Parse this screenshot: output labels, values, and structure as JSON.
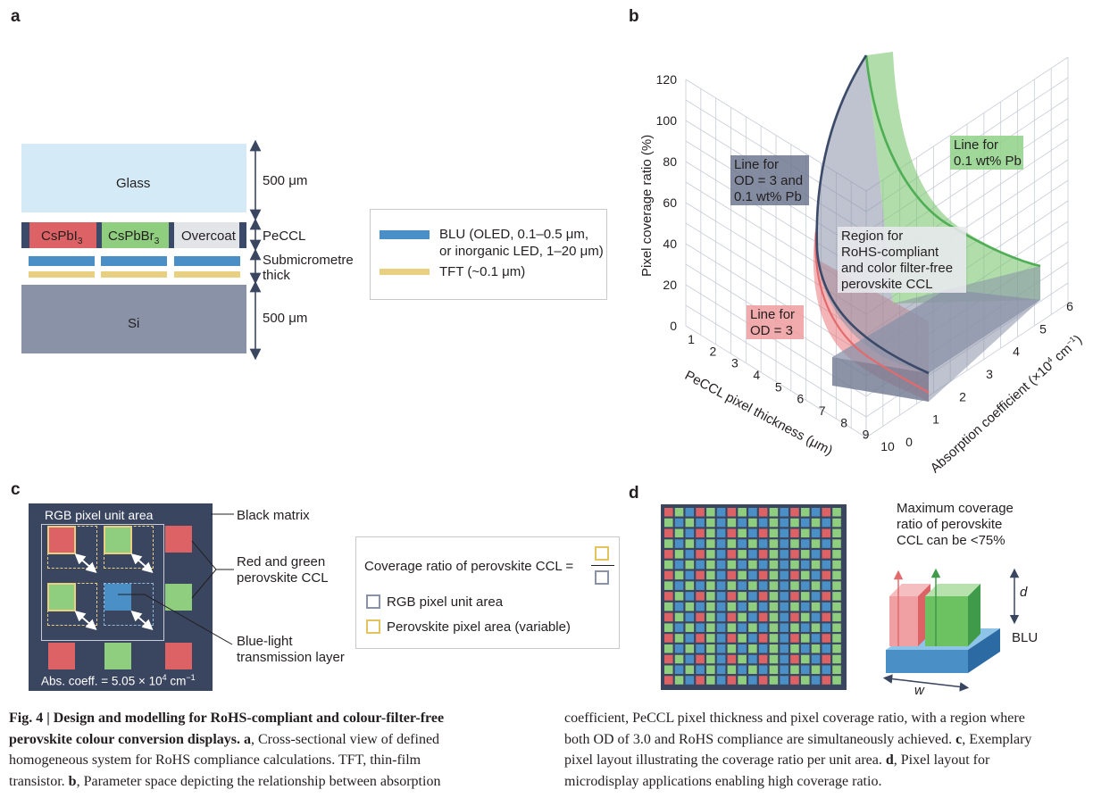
{
  "panels": {
    "a": "a",
    "b": "b",
    "c": "c",
    "d": "d"
  },
  "panel_a": {
    "glass": "Glass",
    "glass_dim": "500 μm",
    "cspbi3": "CsPbI",
    "cspbi3_sub": "3",
    "cspbbr3": "CsPbBr",
    "cspbbr3_sub": "3",
    "overcoat": "Overcoat",
    "peccl": "PeCCL",
    "sub1": "Submicrometre",
    "sub2": "thick",
    "si": "Si",
    "si_dim": "500 μm",
    "legend_blu_1": "BLU (OLED, 0.1–0.5 μm,",
    "legend_blu_2": "or inorganic LED, 1–20 μm)",
    "legend_tft": "TFT (~0.1 μm)",
    "colors": {
      "glass": "#d4ebf7",
      "red": "#dc6265",
      "green": "#8fcd7f",
      "overcoat": "#e3e4e8",
      "blu": "#4a8fc6",
      "tft": "#e9cf80",
      "si": "#8a92a8"
    }
  },
  "panel_b": {
    "zlabel": "Pixel coverage ratio (%)",
    "xlabel": "PeCCL pixel thickness (μm)",
    "ylabel_main": "Absorption coefficient (×10",
    "ylabel_sup": "4",
    "ylabel_unit": " cm",
    "ylabel_sup2": "−1",
    "ylabel_end": ")",
    "z_ticks": [
      "0",
      "20",
      "40",
      "60",
      "80",
      "100",
      "120"
    ],
    "x_ticks": [
      "1",
      "2",
      "3",
      "4",
      "5",
      "6",
      "7",
      "8",
      "9",
      "10"
    ],
    "y_ticks": [
      "0",
      "1",
      "2",
      "3",
      "4",
      "5",
      "6"
    ],
    "ann_od_pb": [
      "Line for",
      "OD = 3 and",
      "0.1 wt% Pb"
    ],
    "ann_pb": [
      "Line for",
      "0.1 wt% Pb"
    ],
    "ann_region": [
      "Region for",
      "RoHS-compliant",
      "and color filter-free",
      "perovskite CCL"
    ],
    "ann_od": [
      "Line for",
      "OD = 3"
    ]
  },
  "panel_c": {
    "rgb_unit": "RGB pixel unit area",
    "abs_coeff": "Abs. coeff. = 5.05 × 10",
    "abs_sup": "4",
    "abs_unit": " cm",
    "abs_sup2": "−1",
    "black_matrix": "Black matrix",
    "red_green_1": "Red and green",
    "red_green_2": "perovskite CCL",
    "blue_1": "Blue-light",
    "blue_2": "transmission layer",
    "coverage_label": "Coverage ratio of perovskite CCL =",
    "legend_rgb": "RGB pixel unit area",
    "legend_pero": "Perovskite pixel area (variable)"
  },
  "panel_d": {
    "note_1": "Maximum coverage",
    "note_2": "ratio of perovskite",
    "note_3": "CCL can be <75%",
    "d": "d",
    "blu": "BLU",
    "w": "w"
  },
  "caption": {
    "left_bold_1": "Fig. 4 | Design and modelling for RoHS-compliant and colour-filter-free",
    "left_bold_2": "perovskite colour conversion displays.",
    "left_a": " a",
    "left_2_rest": ", Cross-sectional view of defined",
    "left_3": "homogeneous system for RoHS compliance calculations. TFT, thin-film",
    "left_4_pre": "transistor. ",
    "left_4_b": "b",
    "left_4_rest": ", Parameter space depicting the relationship between absorption",
    "right_1": "coefficient, PeCCL pixel thickness and pixel coverage ratio, with a region where",
    "right_2_pre": "both OD of 3.0 and RoHS compliance are simultaneously achieved. ",
    "right_2_c": "c",
    "right_2_rest": ", Exemplary",
    "right_3": "pixel layout illustrating the coverage ratio per unit area. ",
    "right_3_d": "d",
    "right_3_rest": ", Pixel layout for",
    "right_4": "microdisplay applications enabling high coverage ratio."
  }
}
